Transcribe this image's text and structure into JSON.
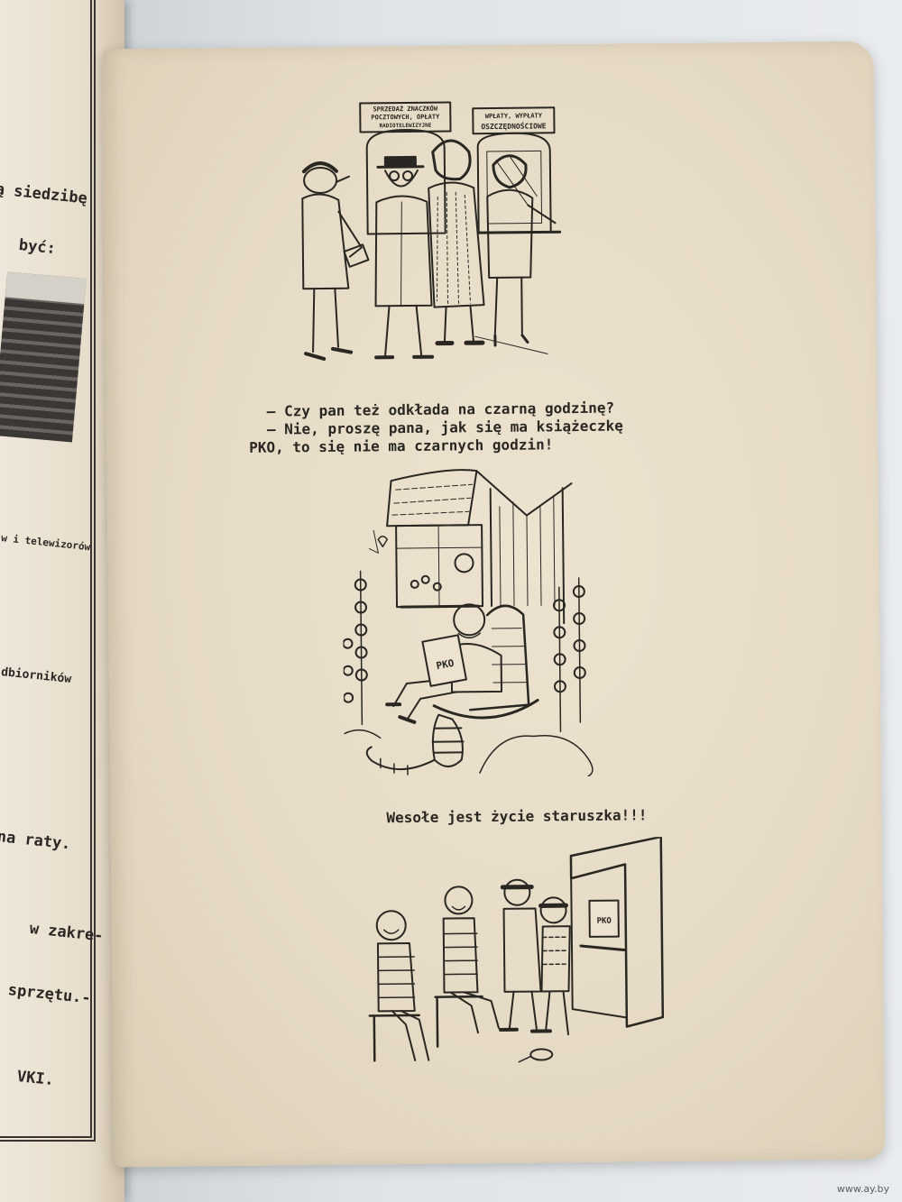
{
  "left_page": {
    "lines": [
      "ą siedzibę",
      "być:",
      "w i telewizorów",
      "dbiorników",
      "na raty.",
      "w zakre-",
      "sprzętu.-",
      "VKI."
    ]
  },
  "illustration_1": {
    "sign_left_lines": [
      "SPRZEDAŻ ZNACZKÓW",
      "POCZTOWYCH, OPŁATY",
      "RADIOTELEWIZYJNE"
    ],
    "sign_right_lines": [
      "WPŁATY, WYPŁATY",
      "OSZCZĘDNOŚCIOWE"
    ]
  },
  "caption_1": {
    "line1": "— Czy pan też odkłada na czarną godzinę?",
    "line2": "— Nie, proszę pana, jak się ma książeczkę",
    "line3": "PKO, to się nie ma czarnych godzin!"
  },
  "illustration_2": {
    "book_label": "PKO"
  },
  "caption_2": "Wesołe jest życie staruszka!!!",
  "illustration_3": {
    "book_label": "PKO"
  },
  "watermark": "www.ay.by"
}
